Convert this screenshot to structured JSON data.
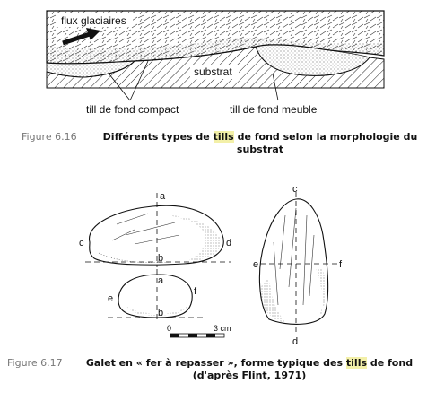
{
  "figure1": {
    "labels": {
      "flux": "flux glaciaires",
      "substrat": "substrat",
      "till_compact": "till de fond compact",
      "till_meuble": "till de fond meuble"
    },
    "caption": {
      "number": "Figure 6.16",
      "text_before": "Différents types de ",
      "highlight": "tills",
      "text_after": " de fond selon la morphologie du substrat"
    }
  },
  "figure2": {
    "labels": {
      "a_top": "a",
      "c_left": "c",
      "d_right": "d",
      "b_mid": "b",
      "a_mid": "a",
      "e_left": "e",
      "f_left": "f",
      "b_bottom": "b",
      "c_top": "c",
      "e_right": "e",
      "f_right": "f",
      "d_bottom": "d",
      "scale_zero": "0",
      "scale_three": "3 cm"
    },
    "caption": {
      "number": "Figure 6.17",
      "text_before": "Galet en « fer à repasser », forme typique des ",
      "highlight": "tills",
      "text_after": " de fond (d'après Flint, 1971)"
    }
  },
  "colors": {
    "highlight": "#f3f0a8",
    "figure_number": "#777777"
  }
}
